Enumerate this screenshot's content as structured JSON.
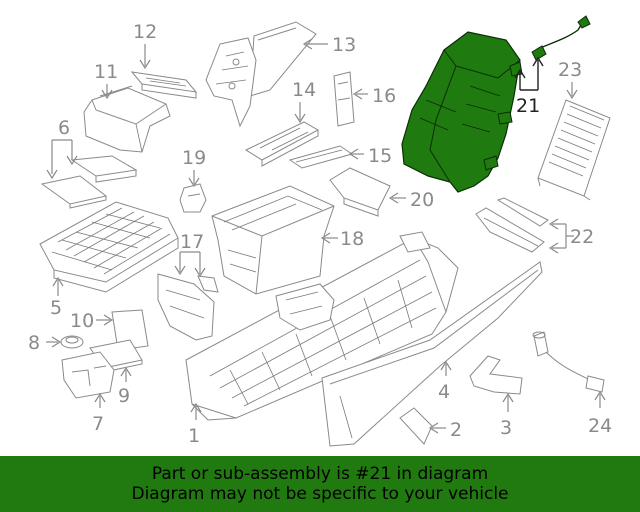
{
  "callouts": {
    "c1": "1",
    "c2": "2",
    "c3": "3",
    "c4": "4",
    "c5": "5",
    "c6": "6",
    "c7": "7",
    "c8": "8",
    "c9": "9",
    "c10": "10",
    "c11": "11",
    "c12": "12",
    "c13": "13",
    "c14": "14",
    "c15": "15",
    "c16": "16",
    "c17": "17",
    "c18": "18",
    "c19": "19",
    "c20": "20",
    "c21": "21",
    "c22": "22",
    "c23": "23",
    "c24": "24"
  },
  "highlight": {
    "part": "21",
    "color": "#1f7a10"
  },
  "banner": {
    "line1": "Part or sub-assembly is #21 in diagram",
    "line2": "Diagram may not be specific to your vehicle",
    "background": "#217a0f"
  }
}
